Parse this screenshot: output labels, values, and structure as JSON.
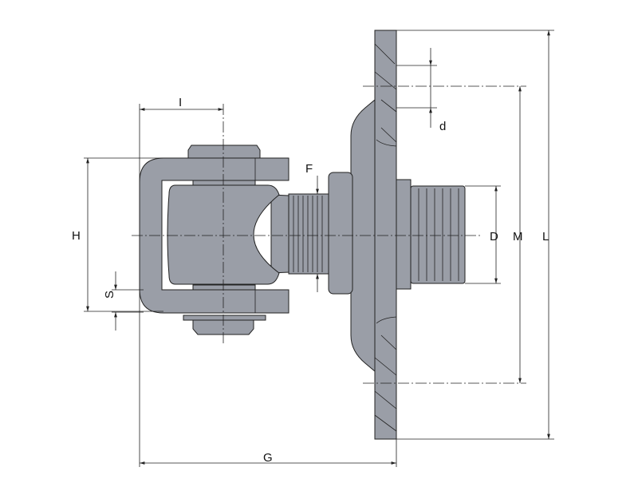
{
  "drawing": {
    "title": "Adjustable weld-on hinge with mounting plate",
    "fill_color": "#9a9ea7",
    "line_color": "#222222",
    "labels": {
      "I": "I",
      "H": "H",
      "S": "S",
      "F": "F",
      "G": "G",
      "D": "D",
      "M": "M",
      "L": "L",
      "d": "d"
    }
  }
}
